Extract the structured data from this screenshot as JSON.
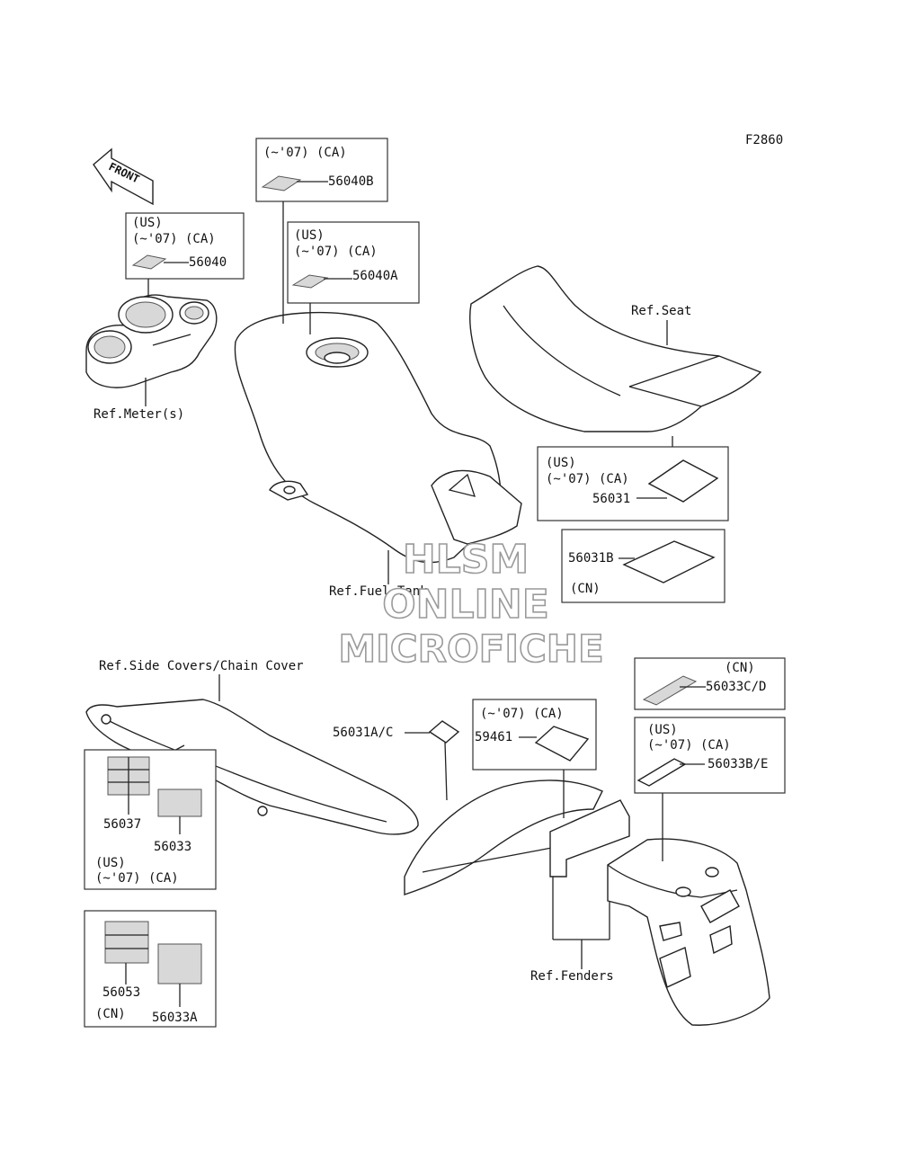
{
  "figure_code": "F2860",
  "front_arrow": "FRONT",
  "watermark": [
    "HLSM",
    "ONLINE",
    "MICROFICHE"
  ],
  "refs": {
    "meter": "Ref.Meter(s)",
    "fuel_tank": "Ref.Fuel Tank",
    "seat": "Ref.Seat",
    "side_covers": "Ref.Side Covers/Chain Cover",
    "fenders": "Ref.Fenders"
  },
  "boxes": {
    "b56040": {
      "lines": [
        "(US)",
        "(~'07) (CA)"
      ],
      "part": "56040"
    },
    "b56040B": {
      "lines": [
        "(~'07) (CA)"
      ],
      "part": "56040B"
    },
    "b56040A": {
      "lines": [
        "(US)",
        "(~'07) (CA)"
      ],
      "part": "56040A"
    },
    "b56031": {
      "lines": [
        "(US)",
        "(~'07) (CA)"
      ],
      "part": "56031"
    },
    "b56031B": {
      "part": "56031B",
      "lines": [
        "(CN)"
      ]
    },
    "b56037": {
      "parts": [
        "56037",
        "56033"
      ],
      "lines": [
        "(US)",
        "(~'07) (CA)"
      ]
    },
    "b56053": {
      "parts": [
        "56053",
        "56033A"
      ],
      "lines": [
        "(CN)"
      ]
    },
    "b59461": {
      "lines": [
        "(~'07) (CA)"
      ],
      "part": "59461"
    },
    "b56033CD": {
      "lines": [
        "(CN)"
      ],
      "part": "56033C/D"
    },
    "b56033BE": {
      "lines": [
        "(US)",
        "(~'07) (CA)"
      ],
      "part": "56033B/E"
    }
  },
  "loose_parts": {
    "p56031AC": "56031A/C"
  }
}
